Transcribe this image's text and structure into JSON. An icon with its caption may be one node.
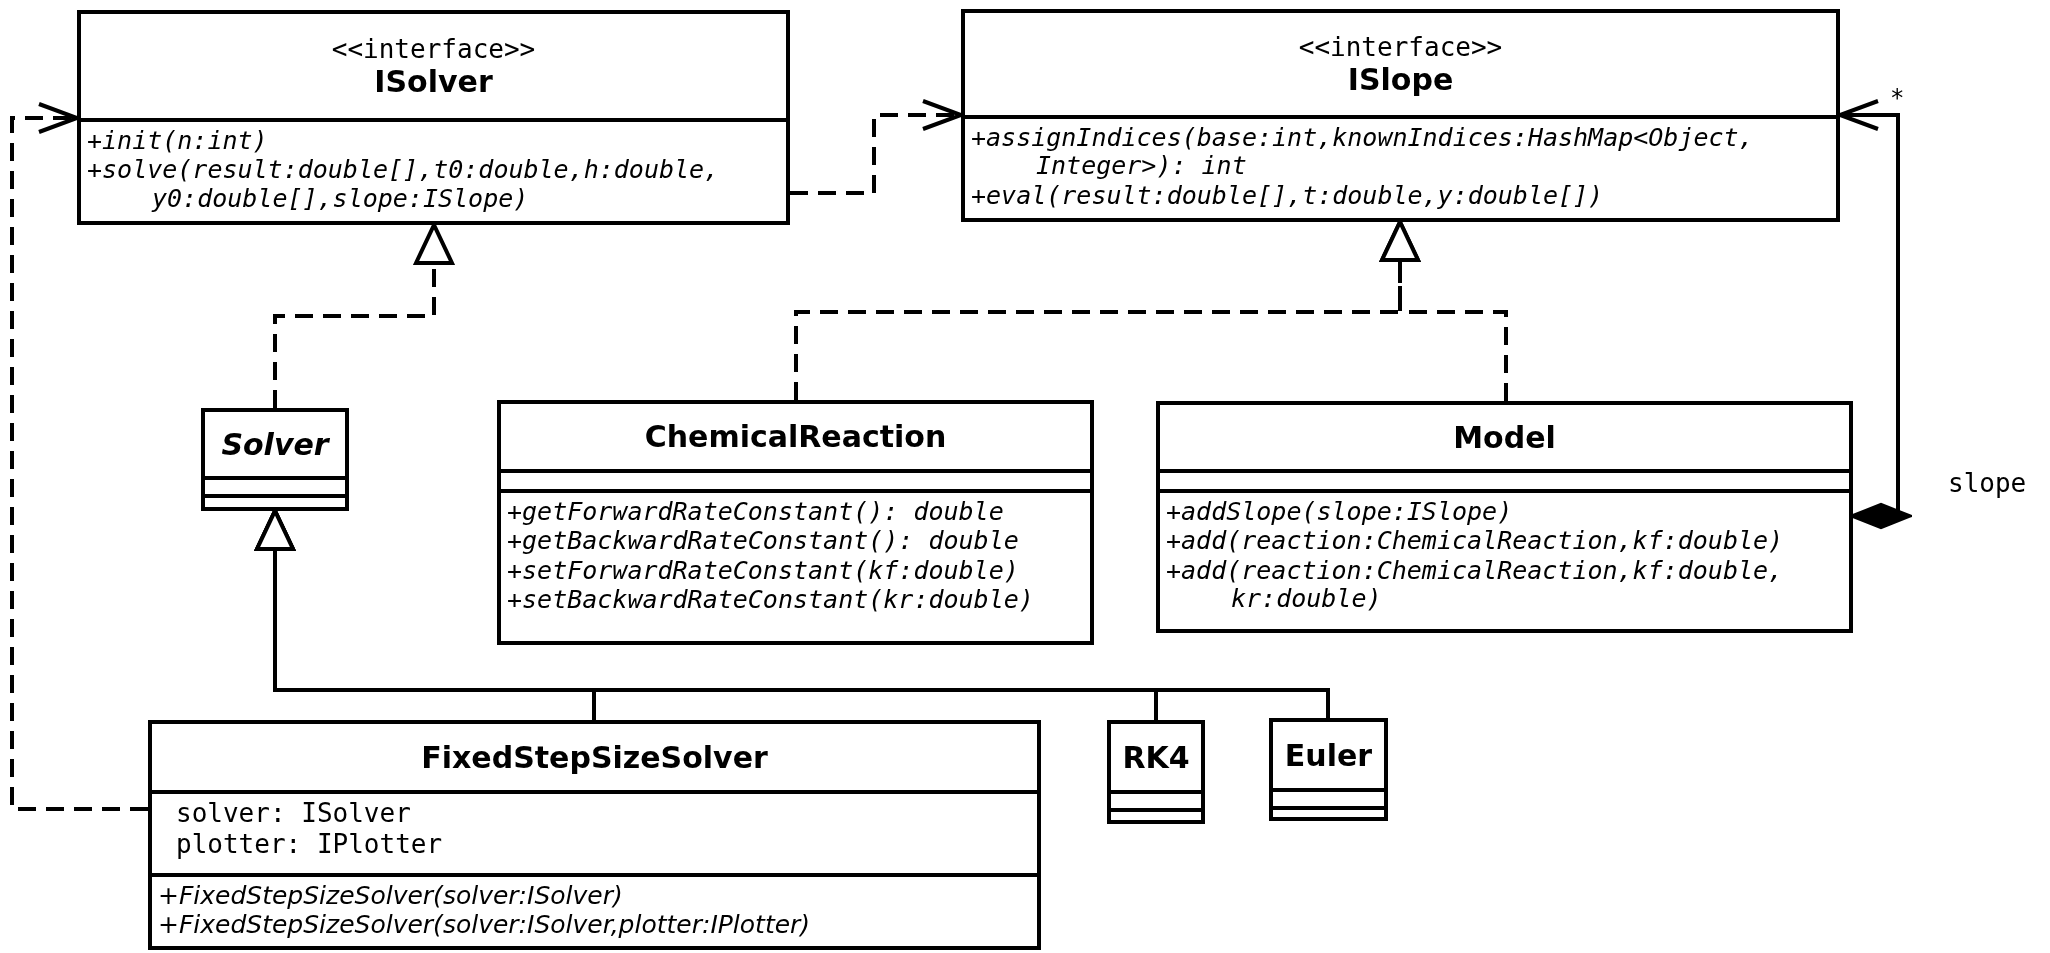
{
  "diagram": {
    "nodes": [
      {
        "text": [
          "<<interface>>",
          "ISolver",
          "+init(n:int)",
          "+solve(result:double[],t0:double,h:double, y0:double[],slope:ISlope)"
        ]
      },
      {
        "text": [
          "<<interface>>",
          "ISlope",
          "+assignIndices(base:int,knownIndices:HashMap<Object, Integer>): int",
          "+eval(result:double[],t:double,y:double[])"
        ]
      },
      {
        "text": [
          "Solver"
        ]
      },
      {
        "text": [
          "ChemicalReaction",
          "+getForwardRateConstant(): double",
          "+getBackwardRateConstant(): double",
          "+setForwardRateConstant(kf:double)",
          "+setBackwardRateConstant(kr:double)"
        ]
      },
      {
        "text": [
          "Model",
          "+addSlope(slope:ISlope)",
          "+add(reaction:ChemicalReaction,kf:double)",
          "+add(reaction:ChemicalReaction,kf:double, kr:double)"
        ]
      },
      {
        "text": [
          "FixedStepSizeSolver",
          "solver: ISolver",
          "plotter: IPlotter",
          "+FixedStepSizeSolver(solver:ISolver)",
          "+FixedStepSizeSolver(solver:ISolver,plotter:IPlotter)"
        ]
      },
      {
        "text": [
          "RK4"
        ]
      },
      {
        "text": [
          "Euler"
        ]
      }
    ],
    "edges": [
      {
        "from": 2,
        "to": 0,
        "arrow": "to",
        "style": "dashed"
      },
      {
        "from": 3,
        "to": 1,
        "arrow": "to",
        "style": "dashed"
      },
      {
        "from": 4,
        "to": 1,
        "arrow": "to",
        "style": "dashed"
      },
      {
        "from": 5,
        "to": 2,
        "arrow": "to"
      },
      {
        "from": 6,
        "to": 2,
        "arrow": "to"
      },
      {
        "from": 7,
        "to": 2,
        "arrow": "to"
      },
      {
        "from": 0,
        "to": 1,
        "arrow": "to",
        "style": "dashed"
      },
      {
        "from": 5,
        "to": 0,
        "arrow": "to",
        "style": "dashed"
      },
      {
        "from": 4,
        "to": 1,
        "arrow": "to",
        "label": "slope"
      }
    ],
    "labels": [
      "*"
    ]
  }
}
